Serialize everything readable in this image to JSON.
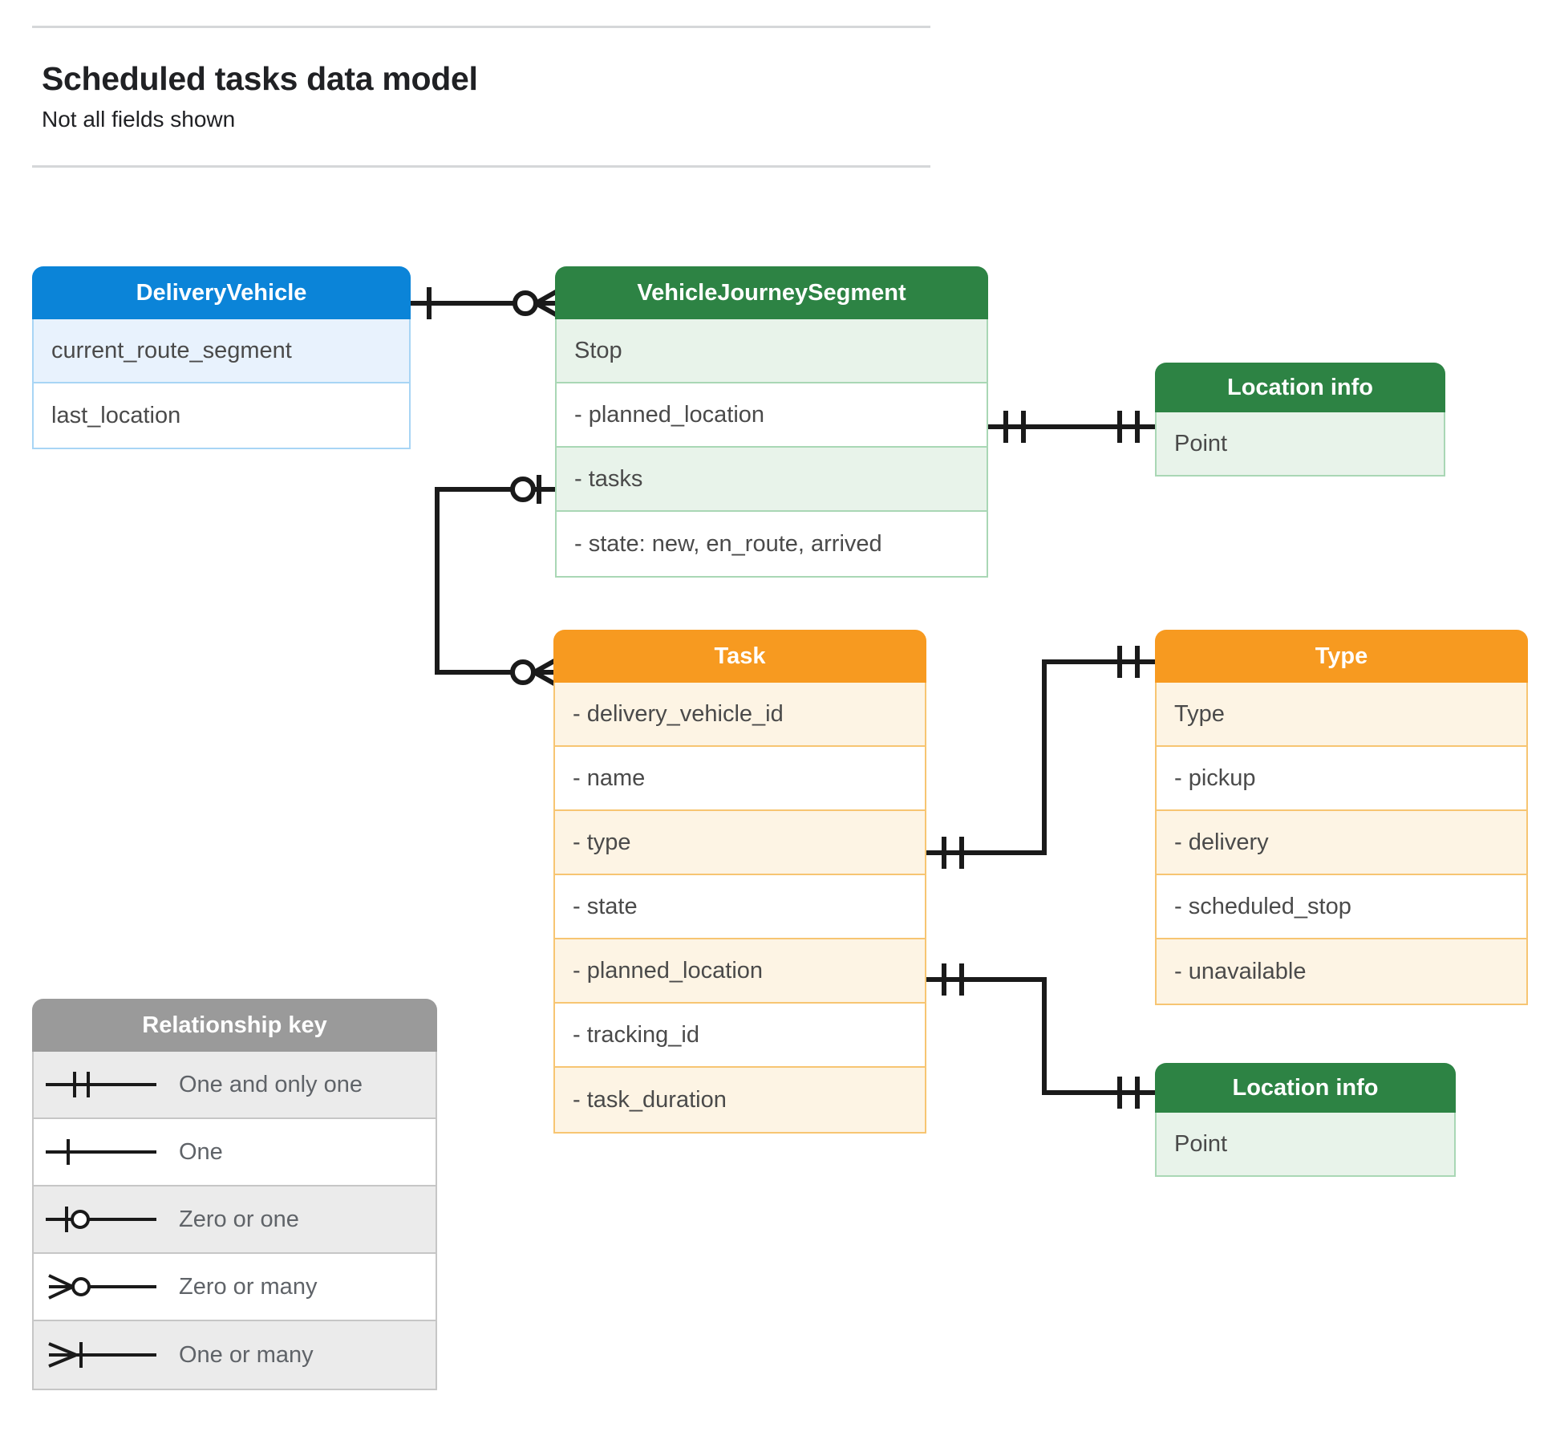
{
  "header": {
    "title": "Scheduled tasks data model",
    "subtitle": "Not all fields shown"
  },
  "colors": {
    "blue_header": "#0b84d8",
    "blue_row": "#e8f2fd",
    "blue_border": "#a8d5f5",
    "green_header": "#2d8344",
    "green_row": "#e8f3ea",
    "green_border": "#a9d7b5",
    "orange_header": "#f79a20",
    "orange_row": "#fdf4e4",
    "orange_border": "#f7c572",
    "gray_header": "#9a9a9a",
    "gray_row": "#ebebeb",
    "gray_border": "#c6c6c6",
    "connector": "#1a1a1a",
    "rule": "#d5d7d9",
    "text": "#4a4a4a"
  },
  "entities": {
    "delivery_vehicle": {
      "title": "DeliveryVehicle",
      "rows": [
        "current_route_segment",
        "last_location"
      ]
    },
    "vehicle_journey_segment": {
      "title": "VehicleJourneySegment",
      "rows": [
        "Stop",
        "-  planned_location",
        "- tasks",
        "- state: new, en_route, arrived"
      ]
    },
    "location_info_top": {
      "title": "Location info",
      "rows": [
        "Point"
      ]
    },
    "task": {
      "title": "Task",
      "rows": [
        "- delivery_vehicle_id",
        "- name",
        "- type",
        "- state",
        "- planned_location",
        "- tracking_id",
        "- task_duration"
      ]
    },
    "type": {
      "title": "Type",
      "rows": [
        "Type",
        "-  pickup",
        "-  delivery",
        "-  scheduled_stop",
        "-  unavailable"
      ]
    },
    "location_info_bottom": {
      "title": "Location info",
      "rows": [
        "Point"
      ]
    }
  },
  "legend": {
    "title": "Relationship key",
    "items": [
      {
        "symbol": "one-and-only-one",
        "label": "One and only one"
      },
      {
        "symbol": "one",
        "label": "One"
      },
      {
        "symbol": "zero-or-one",
        "label": "Zero or one"
      },
      {
        "symbol": "zero-or-many",
        "label": "Zero or many"
      },
      {
        "symbol": "one-or-many",
        "label": "One or many"
      }
    ]
  },
  "relationships": [
    {
      "name": "deliveryvehicle-to-vehiclejourneysegment",
      "from": "DeliveryVehicle",
      "to": "VehicleJourneySegment",
      "from_cardinality": "One",
      "to_cardinality": "Zero or many"
    },
    {
      "name": "vehiclejourneysegment-plannedlocation-to-locationinfo",
      "from": "VehicleJourneySegment.planned_location",
      "to": "Location info",
      "from_cardinality": "One and only one",
      "to_cardinality": "One and only one"
    },
    {
      "name": "vehiclejourneysegment-tasks-to-task",
      "from": "VehicleJourneySegment.tasks",
      "to": "Task",
      "from_cardinality": "Zero or one",
      "to_cardinality": "Zero or many"
    },
    {
      "name": "task-type-to-type",
      "from": "Task.type",
      "to": "Type",
      "from_cardinality": "One and only one",
      "to_cardinality": "One and only one"
    },
    {
      "name": "task-plannedlocation-to-locationinfo",
      "from": "Task.planned_location",
      "to": "Location info",
      "from_cardinality": "One and only one",
      "to_cardinality": "One and only one"
    }
  ]
}
